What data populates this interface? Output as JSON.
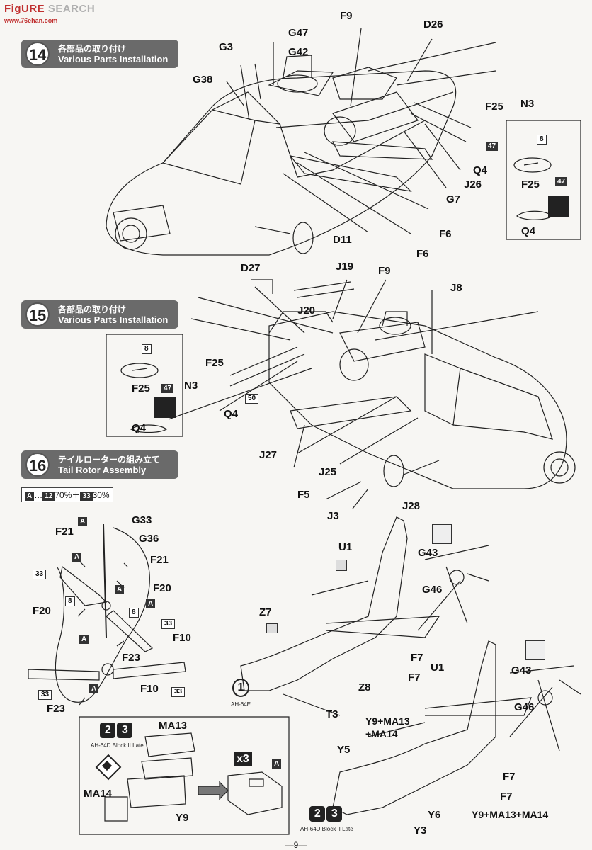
{
  "watermark": {
    "brand_a": "FigURE",
    "brand_b": " SEARCH",
    "sub": "www.76ehan.com"
  },
  "steps": [
    {
      "num": "14",
      "jp": "各部品の取り付け",
      "en": "Various Parts Installation"
    },
    {
      "num": "15",
      "jp": "各部品の取り付け",
      "en": "Various Parts Installation"
    },
    {
      "num": "16",
      "jp": "テイルローターの組み立て",
      "en": "Tail Rotor Assembly"
    }
  ],
  "step14_labels": {
    "g47": "G47",
    "g3": "G3",
    "g42": "G42",
    "g38": "G38",
    "f9": "F9",
    "d26": "D26",
    "f25": "F25",
    "n3": "N3",
    "q4": "Q4",
    "j26": "J26",
    "g7": "G7",
    "f6a": "F6",
    "f6b": "F6",
    "d11": "D11",
    "tag47": "47"
  },
  "step14_inset": {
    "tag8": "8",
    "f25": "F25",
    "tag47": "47",
    "q4": "Q4"
  },
  "step15_labels": {
    "d27": "D27",
    "j19": "J19",
    "f9": "F9",
    "j8": "J8",
    "j20": "J20",
    "f25": "F25",
    "n3": "N3",
    "q4": "Q4",
    "tag50": "50",
    "j27": "J27",
    "j25": "J25",
    "f5": "F5",
    "j3": "J3",
    "j28": "J28"
  },
  "step15_inset": {
    "tag8": "8",
    "f25": "F25",
    "tag47": "47",
    "q4": "Q4"
  },
  "paint_note": {
    "a": "A",
    "text": "…",
    "c1": "12",
    "p1": "70%＋",
    "c2": "33",
    "p2": "30%"
  },
  "step16_labels": {
    "a1": "A",
    "g33": "G33",
    "g36": "G36",
    "f21a": "F21",
    "f21b": "F21",
    "a2": "A",
    "a3": "A",
    "t33a": "33",
    "f20a": "F20",
    "f20b": "F20",
    "t8a": "8",
    "t8b": "8",
    "a4": "A",
    "t33b": "33",
    "f10a": "F10",
    "f10b": "F10",
    "f23a": "F23",
    "f23b": "F23",
    "a5": "A",
    "a6": "A",
    "t33c": "33",
    "t33d": "33"
  },
  "tail_e": {
    "u1": "U1",
    "g43": "G43",
    "g46": "G46",
    "z7": "Z7",
    "f7a": "F7",
    "f7b": "F7",
    "z8": "Z8",
    "t3": "T3",
    "variant_num": "1",
    "variant": "AH-64E"
  },
  "tail_d": {
    "u1": "U1",
    "g43": "G43",
    "g46": "G46",
    "y9a": "Y9+MA13",
    "y9a2": "+MA14",
    "y5": "Y5",
    "f7a": "F7",
    "f7b": "F7",
    "y6": "Y6",
    "y9b": "Y9+MA13+MA14",
    "y3": "Y3",
    "num2": "2",
    "num3": "3",
    "variant": "AH-64D Block II Late"
  },
  "ma_inset": {
    "num2": "2",
    "num3": "3",
    "variant": "AH-64D Block II Late",
    "ma13": "MA13",
    "ma14": "MA14",
    "y9": "Y9",
    "x3": "x3",
    "a": "A"
  },
  "page_number": "—9—"
}
